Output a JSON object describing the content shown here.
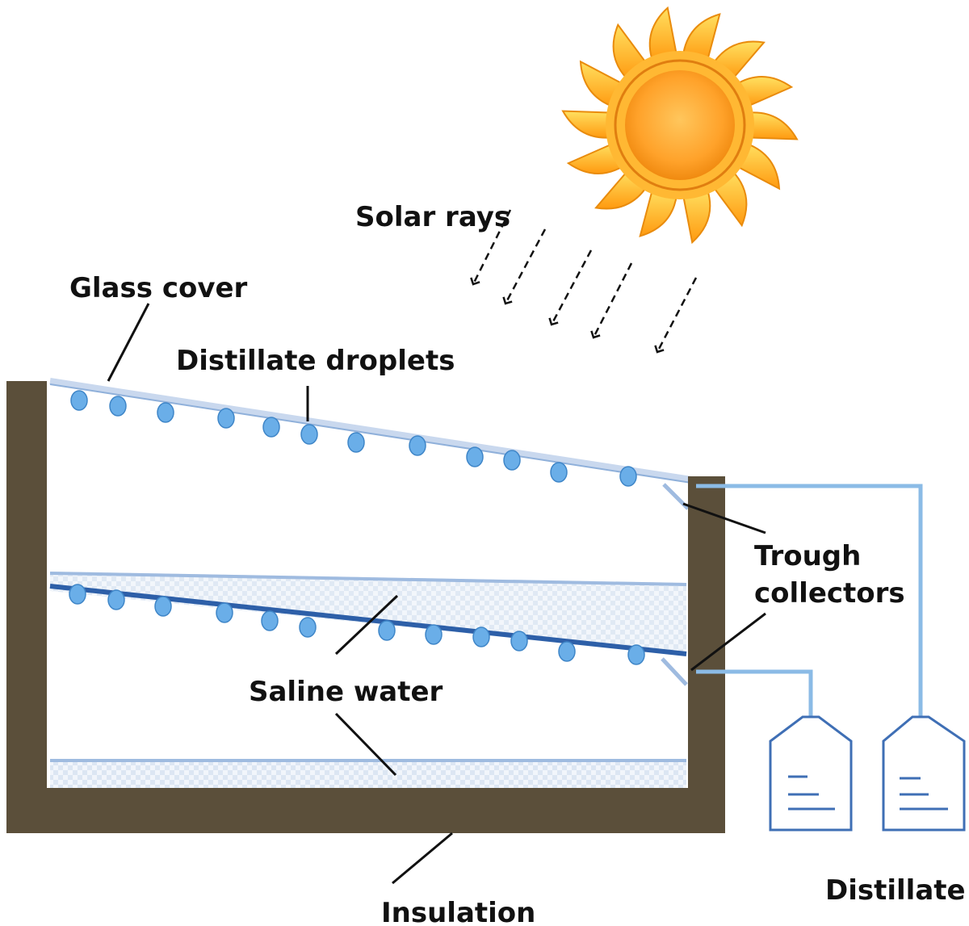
{
  "labels": {
    "solar_rays": "Solar rays",
    "glass_cover": "Glass cover",
    "distillate_droplets": "Distillate droplets",
    "trough_collectors_line1": "Trough",
    "trough_collectors_line2": "collectors",
    "saline_water": "Saline water",
    "insulation": "Insulation",
    "distillate": "Distillate"
  },
  "colors": {
    "insulation_wall": "#5b4f3a",
    "droplet": "#6aaee8",
    "droplet_stroke": "#3f86c8",
    "glass": "#c9d8ee",
    "water": "#2d5fa8",
    "water_fill": "#e4ebf6",
    "pipe": "#8bbbe6",
    "bottle": "#3f6fb5",
    "sun_ray": "#ffb000",
    "sun_core": "#ffa52a",
    "text": "#111111"
  }
}
